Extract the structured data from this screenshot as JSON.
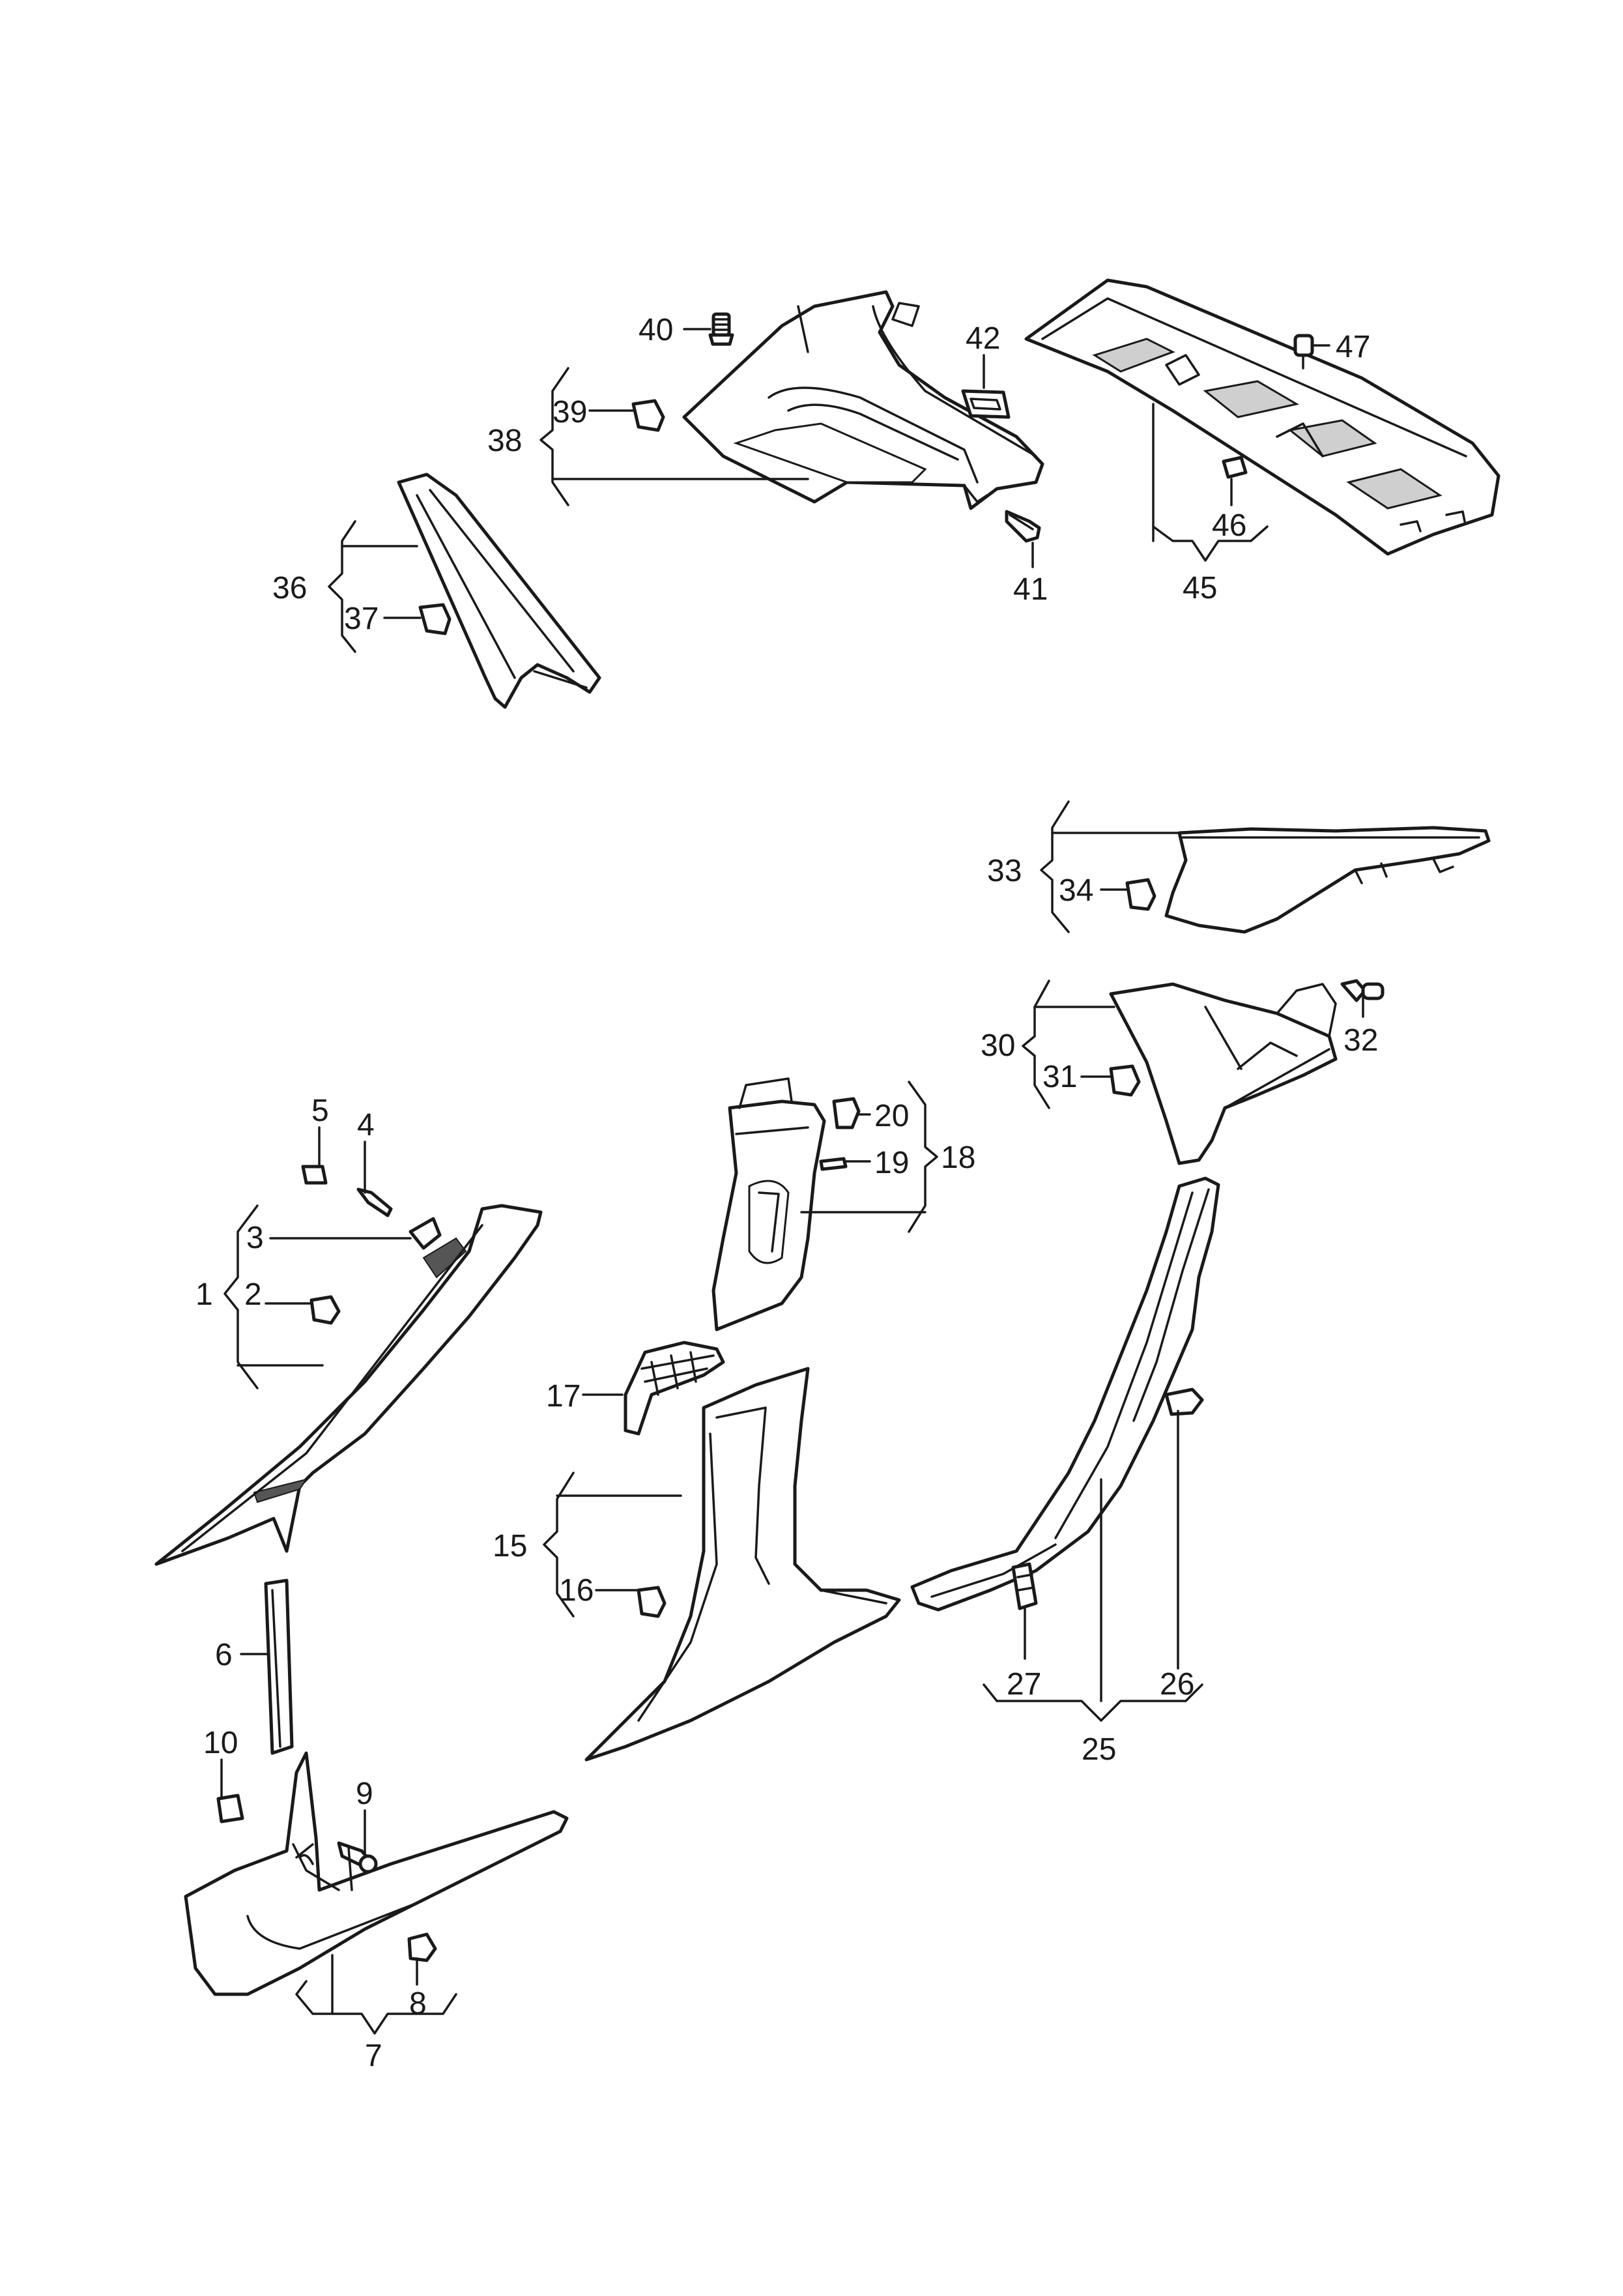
{
  "diagram": {
    "callouts": [
      {
        "id": "c1",
        "label": "1"
      },
      {
        "id": "c2",
        "label": "2"
      },
      {
        "id": "c3",
        "label": "3"
      },
      {
        "id": "c4",
        "label": "4"
      },
      {
        "id": "c5",
        "label": "5"
      },
      {
        "id": "c6",
        "label": "6"
      },
      {
        "id": "c7",
        "label": "7"
      },
      {
        "id": "c8",
        "label": "8"
      },
      {
        "id": "c9",
        "label": "9"
      },
      {
        "id": "c10",
        "label": "10"
      },
      {
        "id": "c15",
        "label": "15"
      },
      {
        "id": "c16",
        "label": "16"
      },
      {
        "id": "c17",
        "label": "17"
      },
      {
        "id": "c18",
        "label": "18"
      },
      {
        "id": "c19",
        "label": "19"
      },
      {
        "id": "c20",
        "label": "20"
      },
      {
        "id": "c25",
        "label": "25"
      },
      {
        "id": "c26",
        "label": "26"
      },
      {
        "id": "c27",
        "label": "27"
      },
      {
        "id": "c30",
        "label": "30"
      },
      {
        "id": "c31",
        "label": "31"
      },
      {
        "id": "c32",
        "label": "32"
      },
      {
        "id": "c33",
        "label": "33"
      },
      {
        "id": "c34",
        "label": "34"
      },
      {
        "id": "c36",
        "label": "36"
      },
      {
        "id": "c37",
        "label": "37"
      },
      {
        "id": "c38",
        "label": "38"
      },
      {
        "id": "c39",
        "label": "39"
      },
      {
        "id": "c40",
        "label": "40"
      },
      {
        "id": "c41",
        "label": "41"
      },
      {
        "id": "c42",
        "label": "42"
      },
      {
        "id": "c45",
        "label": "45"
      },
      {
        "id": "c46",
        "label": "46"
      },
      {
        "id": "c47",
        "label": "47"
      }
    ]
  }
}
